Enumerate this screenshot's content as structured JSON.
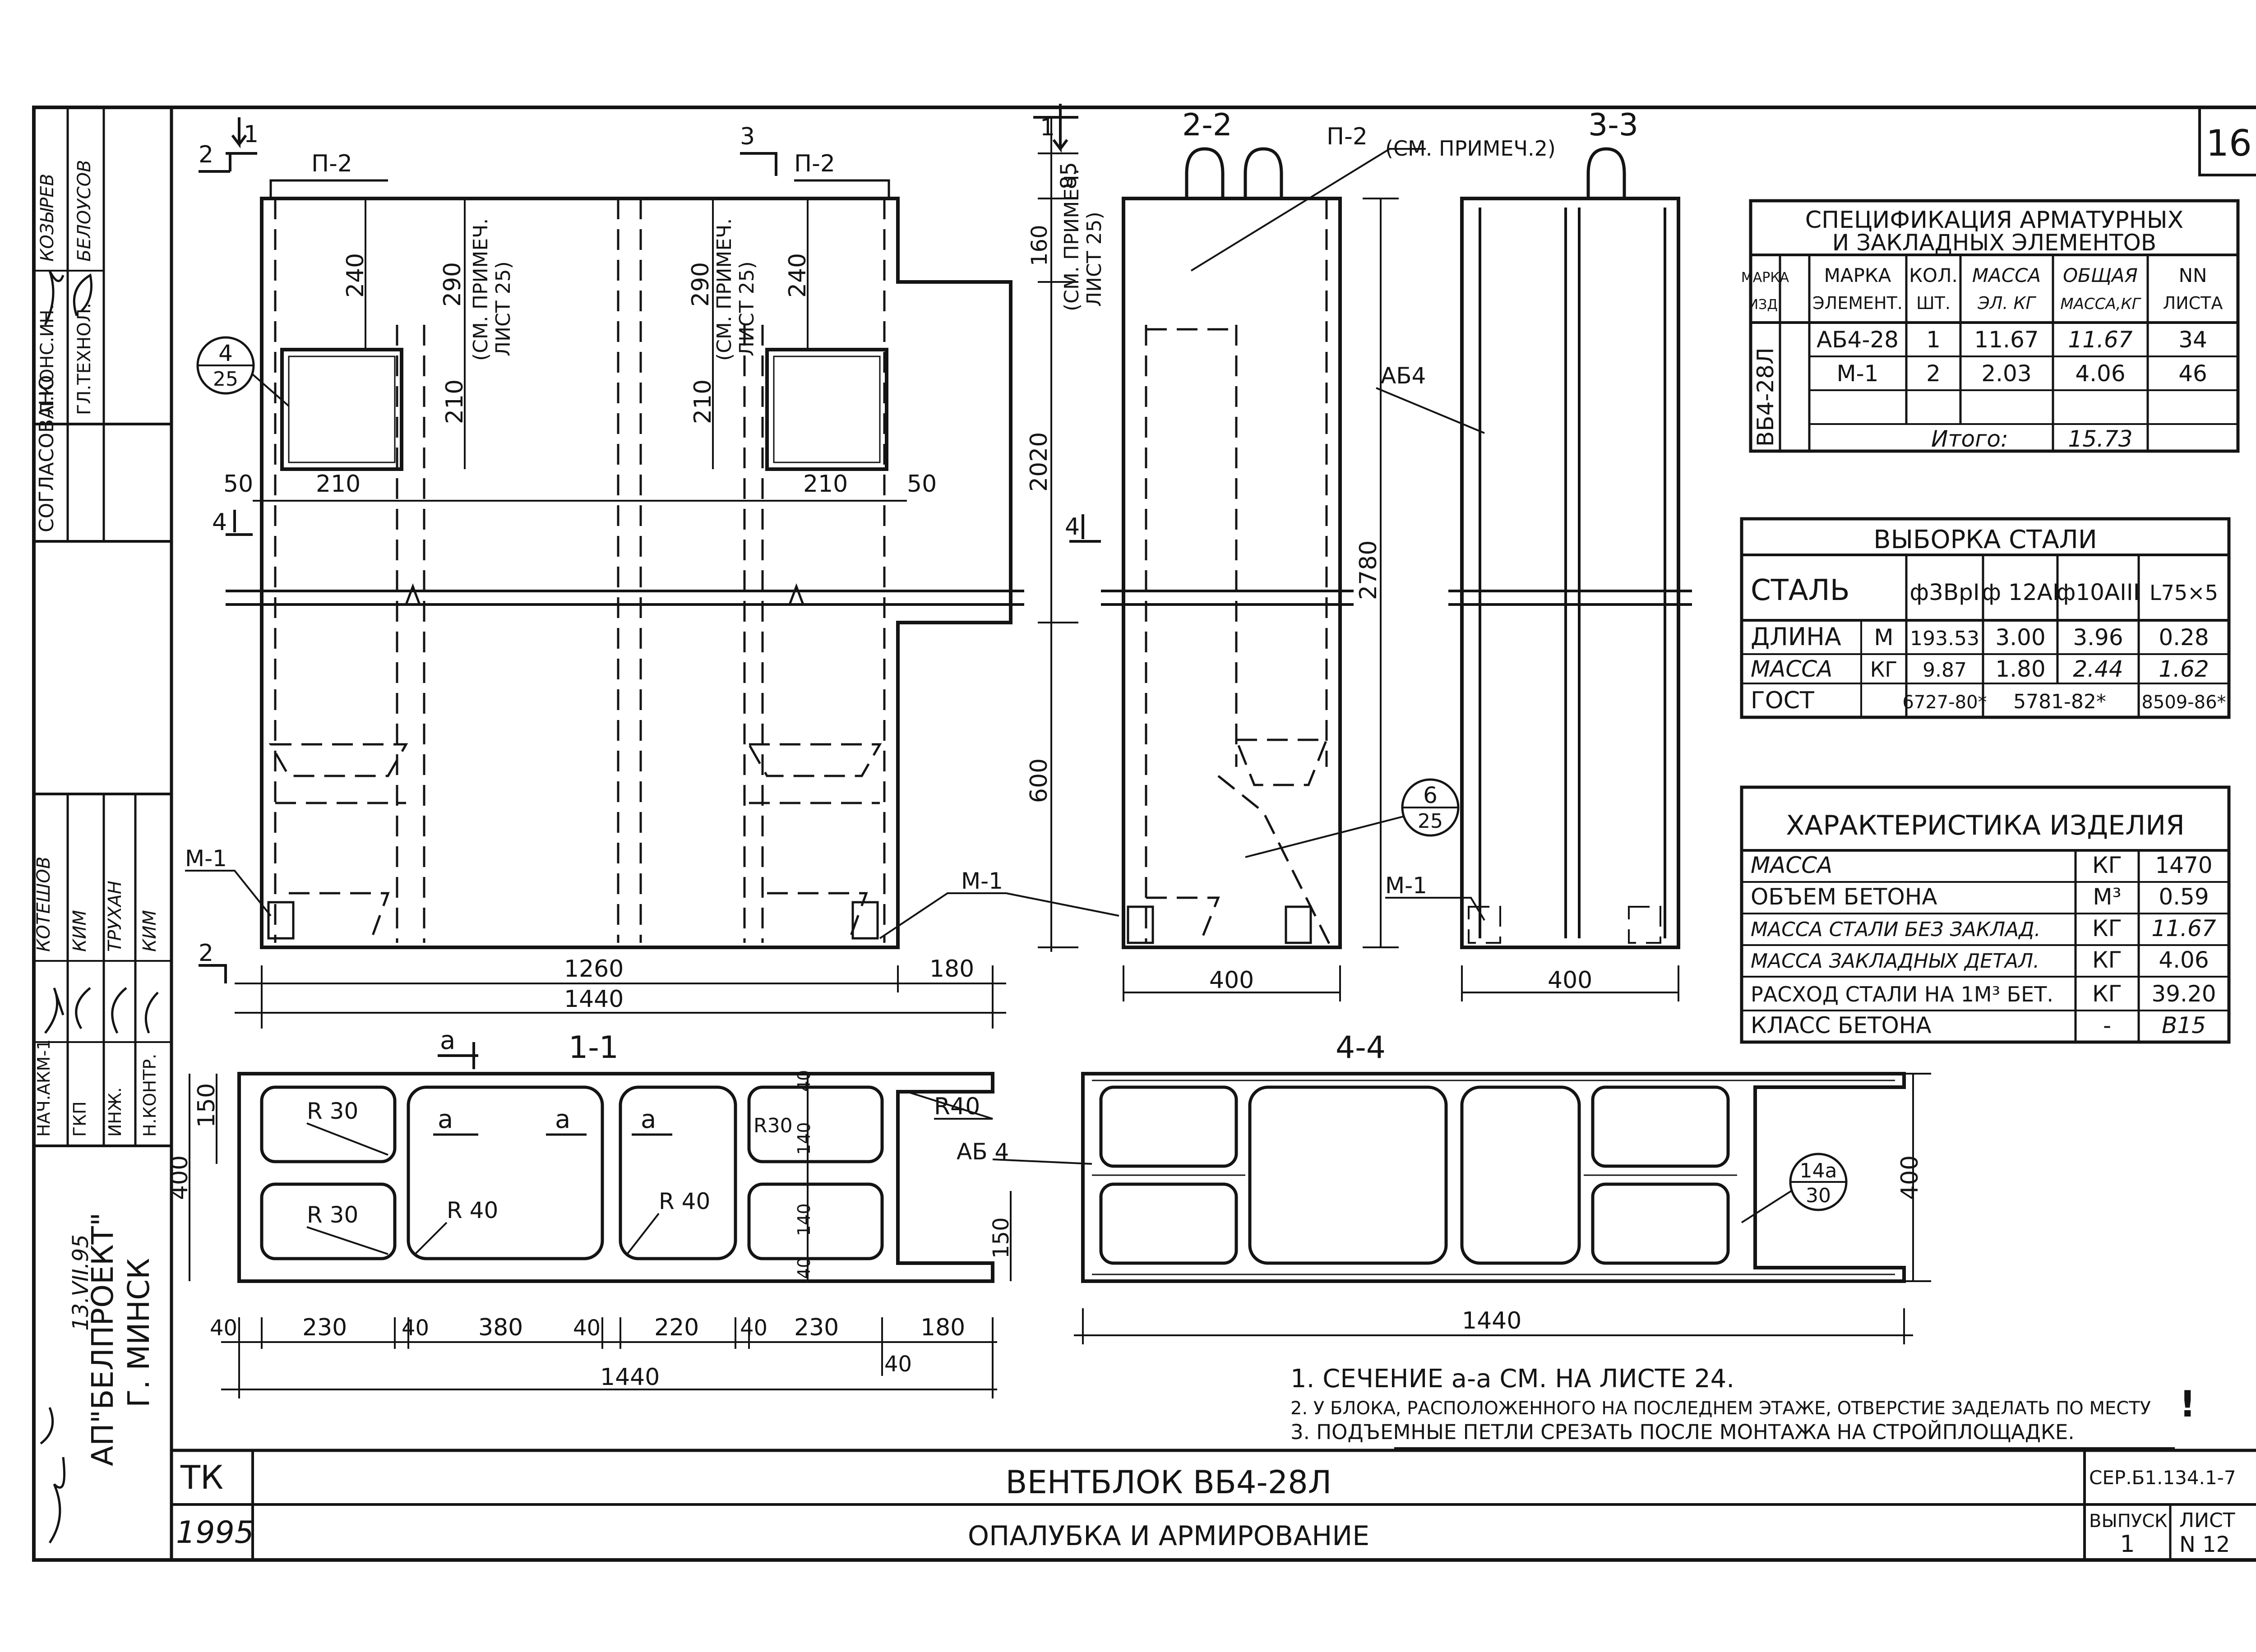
{
  "sheet_number": "16",
  "views": {
    "front": "1-1",
    "section_2": "2-2",
    "section_3": "3-3",
    "section_4": "4-4"
  },
  "cut_marks": {
    "m1": "1",
    "m2": "2",
    "m3": "3",
    "m4": "4",
    "ma": "a"
  },
  "marks": {
    "loop_p2": "П-2",
    "embedded_m1": "М-1",
    "frame_ab4": "АБ4",
    "frame_ab4_b": "АБ 4",
    "see_note_2": "(СМ. ПРИМЕЧ.2)",
    "see_note_25": "(СМ. ПРИМЕЧ.",
    "sheet_25": "ЛИСТ 25)"
  },
  "callouts": {
    "c1_top": "4",
    "c1_bottom": "25",
    "c2_top": "6",
    "c2_bottom": "25",
    "c3_top": "14а",
    "c3_bottom": "30"
  },
  "dims": {
    "d240": "240",
    "d290": "290",
    "d210": "210",
    "d50": "50",
    "d160": "160",
    "d85": "85",
    "d2020": "2020",
    "d600": "600",
    "d2780": "2780",
    "d1260": "1260",
    "d180": "180",
    "d1440": "1440",
    "d400": "400",
    "d150": "150",
    "d140": "140",
    "d40": "40",
    "d230": "230",
    "d380": "380",
    "d220": "220",
    "r30": "R 30",
    "r30b": "R30",
    "r40": "R 40",
    "r40b": "R40"
  },
  "spec_table": {
    "title_1": "СПЕЦИФИКАЦИЯ АРМАТУРНЫХ",
    "title_2": "И ЗАКЛАДНЫХ ЭЛЕМЕНТОВ",
    "headers": [
      [
        "МАРКА",
        "ИЗД."
      ],
      [
        "МАРКА",
        "ЭЛЕМЕНТ."
      ],
      [
        "КОЛ.",
        "ШТ."
      ],
      [
        "МАССА",
        "ЭЛ. КГ"
      ],
      [
        "ОБЩАЯ",
        "МАССА,КГ"
      ],
      [
        "NN",
        "ЛИСТА"
      ]
    ],
    "product": "ВБ4-28Л",
    "rows": [
      [
        "АБ4-28",
        "1",
        "11.67",
        "11.67",
        "34"
      ],
      [
        "М-1",
        "2",
        "2.03",
        "4.06",
        "46"
      ]
    ],
    "total_label": "Итого:",
    "total_value": "15.73"
  },
  "steel_table": {
    "title": "ВЫБОРКА СТАЛИ",
    "steel_label": "СТАЛЬ",
    "columns": [
      "ф3ВрI",
      "ф 12АI",
      "ф10АIII",
      "L75×5"
    ],
    "rows": [
      {
        "name": "ДЛИНА",
        "unit": "М",
        "values": [
          "193.53",
          "3.00",
          "3.96",
          "0.28"
        ]
      },
      {
        "name": "МАССА",
        "unit": "КГ",
        "values": [
          "9.87",
          "1.80",
          "2.44",
          "1.62"
        ]
      }
    ],
    "gost_label": "ГОСТ",
    "gost_values": [
      "6727-80*",
      "5781-82*",
      "8509-86*"
    ]
  },
  "char_table": {
    "title": "ХАРАКТЕРИСТИКА ИЗДЕЛИЯ",
    "rows": [
      [
        "МАССА",
        "КГ",
        "1470"
      ],
      [
        "ОБЪЕМ БЕТОНА",
        "М³",
        "0.59"
      ],
      [
        "МАССА СТАЛИ БЕЗ ЗАКЛАД.",
        "КГ",
        "11.67"
      ],
      [
        "МАССА ЗАКЛАДНЫХ ДЕТАЛ.",
        "КГ",
        "4.06"
      ],
      [
        "РАСХОД СТАЛИ НА 1М³ БЕТ.",
        "КГ",
        "39.20"
      ],
      [
        "КЛАСС БЕТОНА",
        "-",
        "В15"
      ]
    ]
  },
  "notes": [
    "1. СЕЧЕНИЕ а-а СМ. НА ЛИСТЕ 24.",
    "2. У БЛОКА, РАСПОЛОЖЕННОГО НА ПОСЛЕДНЕМ ЭТАЖЕ, ОТВЕРСТИЕ ЗАДЕЛАТЬ ПО МЕСТУ",
    "3. ПОДЪЕМНЫЕ ПЕТЛИ СРЕЗАТЬ ПОСЛЕ МОНТАЖА НА СТРОЙПЛОЩАДКЕ."
  ],
  "note_mark": "!",
  "title_block": {
    "org": "ТК",
    "year": "1995",
    "title": "ВЕНТБЛОК ВБ4-28Л",
    "subtitle": "ОПАЛУБКА И АРМИРОВАНИЕ",
    "series": "СЕР.Б1.134.1-7",
    "issue_label": "ВЫПУСК",
    "issue": "1",
    "sheet_label": "ЛИСТ",
    "sheet": "N 12"
  },
  "side_stamp": {
    "approved": "СОГЛАСОВАНО",
    "roles_top": [
      "Л.КОНС.ИН.",
      "ГЛ.ТЕХНОЛ."
    ],
    "names_top": [
      "КОЗЫРЕВ",
      "БЕЛОУСОВ"
    ],
    "roles_bottom": [
      "НАЧ.АКМ-1",
      "ГКП",
      "ИНЖ.",
      "Н.КОНТР."
    ],
    "names_bottom": [
      "КОТЕШОВ",
      "КИМ",
      "ТРУХАН",
      "КИМ"
    ],
    "org": "АП\"БЕЛПРОЕКТ\"",
    "city": "Г. МИНСК",
    "date": "13.VII.95"
  }
}
